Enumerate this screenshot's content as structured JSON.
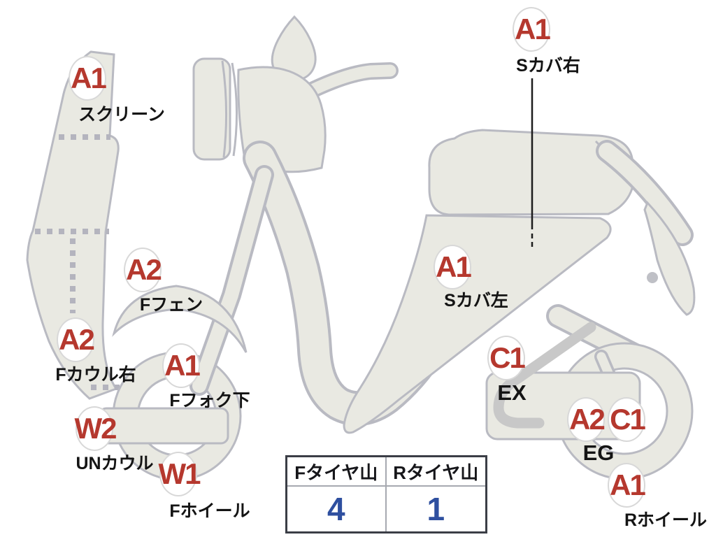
{
  "markers": [
    {
      "code": "A1",
      "label": "スクリーン"
    },
    {
      "code": "A2",
      "label": "Fフェン"
    },
    {
      "code": "A2",
      "label": "Fカウル右"
    },
    {
      "code": "A1",
      "label": "Fフォク下"
    },
    {
      "code": "W2",
      "label": "UNカウル"
    },
    {
      "code": "W1",
      "label": "Fホイール"
    },
    {
      "code": "A1",
      "label": "Sカバ右"
    },
    {
      "code": "A1",
      "label": "Sカバ左"
    },
    {
      "code": "C1",
      "label": "EX"
    },
    {
      "codes": [
        "A2",
        "C1"
      ],
      "label": "EG"
    },
    {
      "code": "A1",
      "label": "Rホイール"
    }
  ],
  "tire_table": {
    "columns": [
      {
        "header": "Fタイヤ山",
        "value": "4"
      },
      {
        "header": "Rタイヤ山",
        "value": "1"
      }
    ]
  },
  "colors": {
    "marker_red": "#b5382e",
    "tread_value_blue": "#2e4f9f",
    "body_fill": "#e9e9e2",
    "body_stroke": "#b9bac2",
    "exhaust_gray": "#c8c8c8"
  }
}
